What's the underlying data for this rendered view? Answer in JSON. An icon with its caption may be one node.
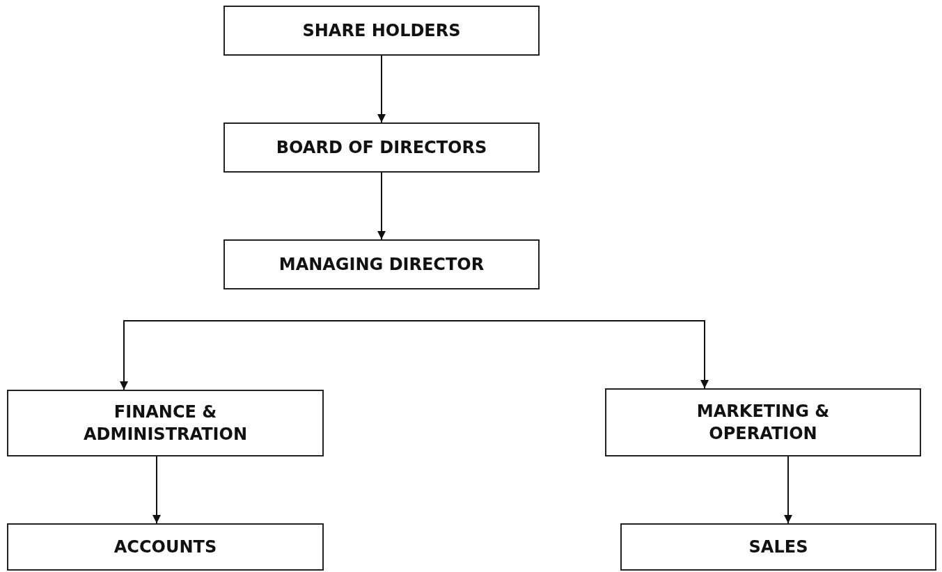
{
  "diagram": {
    "nodes": [
      {
        "text": [
          "SHARE HOLDERS"
        ]
      },
      {
        "text": [
          "BOARD OF DIRECTORS"
        ]
      },
      {
        "text": [
          "MANAGING DIRECTOR"
        ]
      },
      {
        "text": [
          "FINANCE & ADMINISTRATION"
        ]
      },
      {
        "text": [
          "MARKETING & OPERATION"
        ]
      },
      {
        "text": [
          "ACCOUNTS"
        ]
      },
      {
        "text": [
          "SALES"
        ]
      }
    ],
    "edges": [
      {
        "from": 0,
        "to": 1,
        "arrow": "to"
      },
      {
        "from": 1,
        "to": 2,
        "arrow": "to"
      },
      {
        "from": 3,
        "to": 4,
        "arrow": "both"
      },
      {
        "from": 3,
        "to": 5,
        "arrow": "to"
      },
      {
        "from": 4,
        "to": 6,
        "arrow": "to"
      }
    ]
  }
}
